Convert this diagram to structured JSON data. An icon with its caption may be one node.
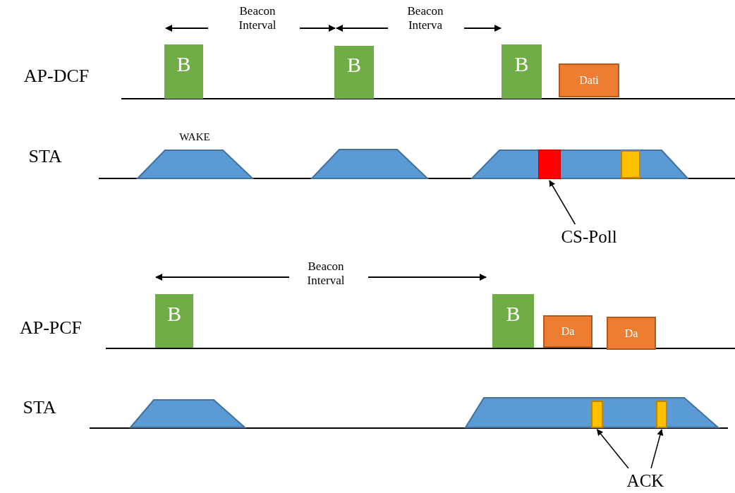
{
  "diagram": {
    "nodes": [
      {
        "text": [
          "B"
        ]
      },
      {
        "text": [
          "B"
        ]
      },
      {
        "text": [
          "B"
        ]
      },
      {
        "text": [
          "Dati"
        ]
      },
      {
        "text": [],
        "shape": "trapezoid"
      },
      {
        "text": [],
        "shape": "trapezoid"
      },
      {
        "text": [],
        "shape": "trapezoid"
      },
      {
        "text": [],
        "shape": "box",
        "in": 6
      },
      {
        "text": [],
        "shape": "box",
        "in": 6
      },
      {
        "text": [
          "CS-Poll"
        ]
      },
      {
        "text": [
          "B"
        ]
      },
      {
        "text": [
          "B"
        ]
      },
      {
        "text": [
          "Da"
        ]
      },
      {
        "text": [
          "Da"
        ]
      },
      {
        "text": [],
        "shape": "trapezoid"
      },
      {
        "text": [],
        "shape": "trapezoid"
      },
      {
        "text": [],
        "shape": "box",
        "in": 15
      },
      {
        "text": [],
        "shape": "box",
        "in": 15
      },
      {
        "text": [
          "ACK"
        ]
      }
    ],
    "edges": [
      {
        "from": 9,
        "to": 7,
        "arrow": "to"
      },
      {
        "from": 18,
        "to": 16,
        "arrow": "to"
      },
      {
        "from": 18,
        "to": 17,
        "arrow": "to"
      }
    ],
    "labels": [
      "Beacon Interval",
      "Beacon Interva",
      "AP-DCF",
      "WAKE",
      "STA",
      "Beacon Interval",
      "AP-PCF",
      "STA"
    ]
  }
}
